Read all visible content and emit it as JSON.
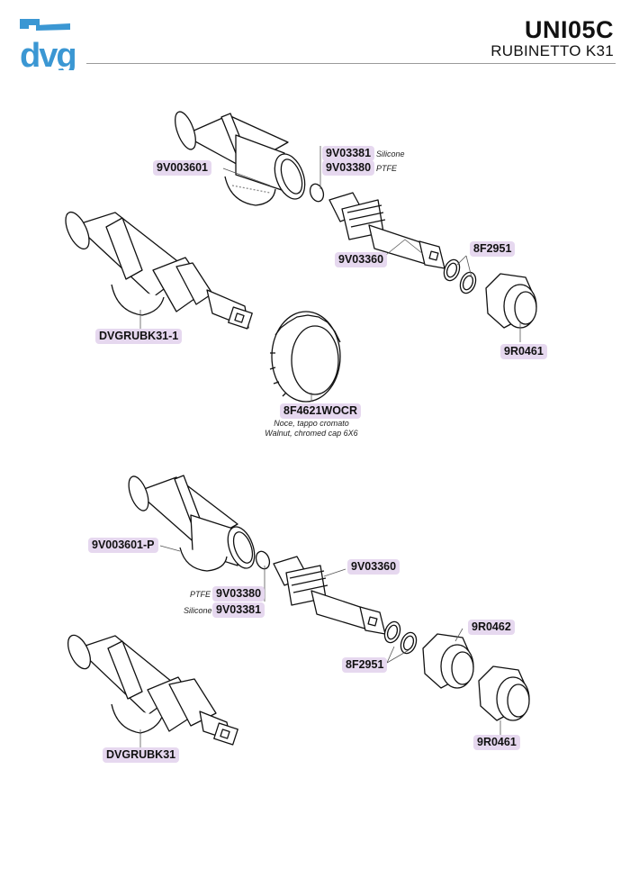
{
  "brand": {
    "logo_text": "dvg",
    "color": "#3b97d3"
  },
  "header": {
    "code": "UNI05C",
    "subtitle": "RUBINETTO K31"
  },
  "upper": {
    "silicone_note": "Silicone",
    "ptfe_note": "PTFE",
    "parts": {
      "p9V03381": "9V03381",
      "p9V03380": "9V03380",
      "p9V003601": "9V003601",
      "p9V03360": "9V03360",
      "p8F2951": "8F2951",
      "pDVGRUBK31_1": "DVGRUBK31-1",
      "p9R0461": "9R0461",
      "p8F4621WOCR": "8F4621WOCR"
    },
    "knob_desc_it": "Noce, tappo cromato",
    "knob_desc_en": "Walnut, chromed cap 6X6"
  },
  "lower": {
    "ptfe_note": "PTFE",
    "silicone_note": "Silicone",
    "parts": {
      "p9V003601P": "9V003601-P",
      "p9V03360": "9V03360",
      "p9V03380": "9V03380",
      "p9V03381": "9V03381",
      "p9R0462": "9R0462",
      "p8F2951": "8F2951",
      "pDVGRUBK31": "DVGRUBK31",
      "p9R0461": "9R0461"
    }
  },
  "label_color": "#e6d8ef"
}
